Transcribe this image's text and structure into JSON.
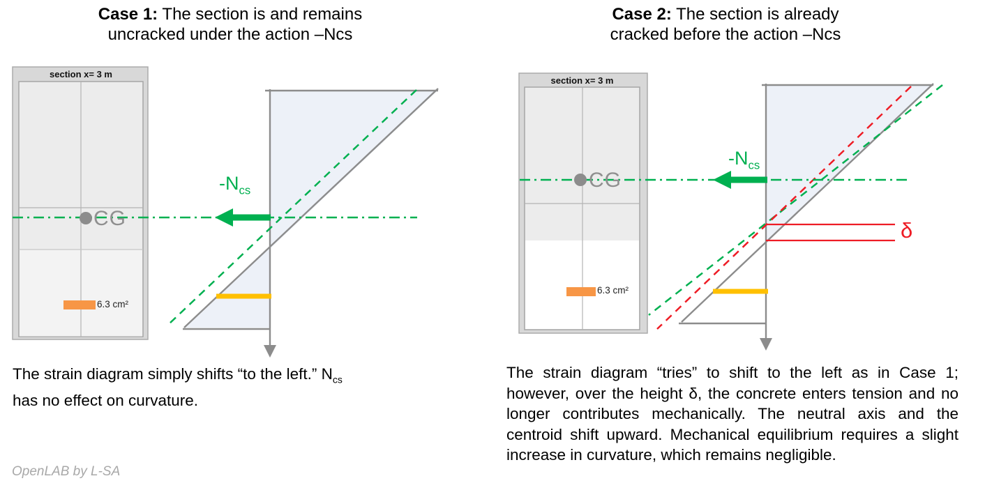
{
  "colors": {
    "green": "#00B050",
    "red": "#EE1C25",
    "gray_line": "#8C8C8C",
    "strain_fill": "#EDF1F8",
    "diagram_bar_orange": "#FFC000",
    "rebar_orange": "#F79646",
    "section_bg": "#D8D8D8",
    "section_inner_bg": "#ECECEC"
  },
  "watermark": "OpenLAB by L-SA",
  "case1": {
    "title": {
      "bold": "Case 1:",
      "line1_rest": " The section is and remains",
      "line2": "uncracked under the action –Ncs"
    },
    "section": {
      "header": "section x= 3 m",
      "cg_label": "CG",
      "rebar_label": "6.3 cm²"
    },
    "diagram": {
      "force_main": "-N",
      "force_sub": "cs"
    },
    "caption": {
      "line1_main": "The strain diagram simply shifts “to the left.” N",
      "line1_sub": "cs",
      "line2": "has no effect on curvature."
    }
  },
  "case2": {
    "title": {
      "bold": "Case 2:",
      "line1_rest": " The section is already",
      "line2": "cracked before the action –Ncs"
    },
    "section": {
      "header": "section x= 3 m",
      "cg_label": "CG",
      "rebar_label": "6.3 cm²"
    },
    "diagram": {
      "force_main": "-N",
      "force_sub": "cs",
      "delta": "δ"
    },
    "caption": {
      "text": "The strain diagram “tries” to shift to the left as in Case 1; however, over the height δ, the concrete enters tension and no longer contributes mechanically. The neutral axis and the centroid shift upward. Mechanical equilibrium requires a slight increase in curvature, which remains negligible."
    }
  }
}
